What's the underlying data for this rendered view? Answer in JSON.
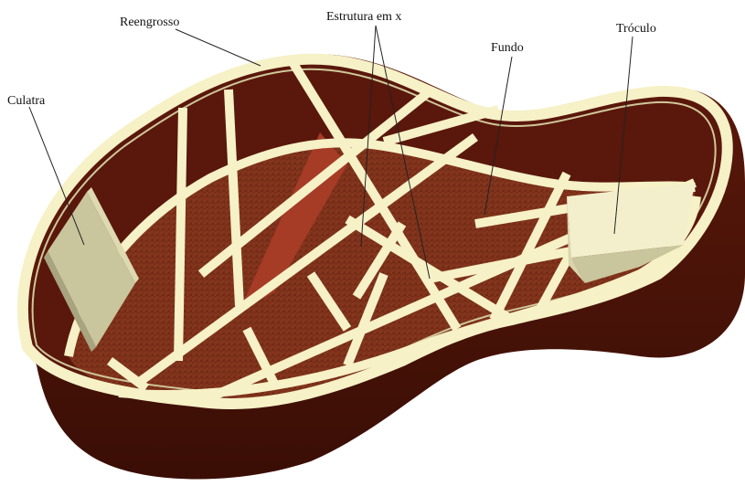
{
  "labels": {
    "culatra": "Culatra",
    "reengrosso": "Reengrosso",
    "estrutura": "Estrutura em x",
    "fundo": "Fundo",
    "troculo": "Tróculo"
  },
  "colors": {
    "outer_wall": "#4e1408",
    "outer_wall_dark": "#360c04",
    "inner_wall": "#5a170b",
    "floor": "#7a2e18",
    "floor_texture": "#8a3a22",
    "brace": "#f6f1c6",
    "brace_edge": "#cfc79a",
    "block": "#c9c59c",
    "block_shade": "#a8a47f",
    "red_panel": "#a63b26",
    "leader_line": "#222222"
  }
}
